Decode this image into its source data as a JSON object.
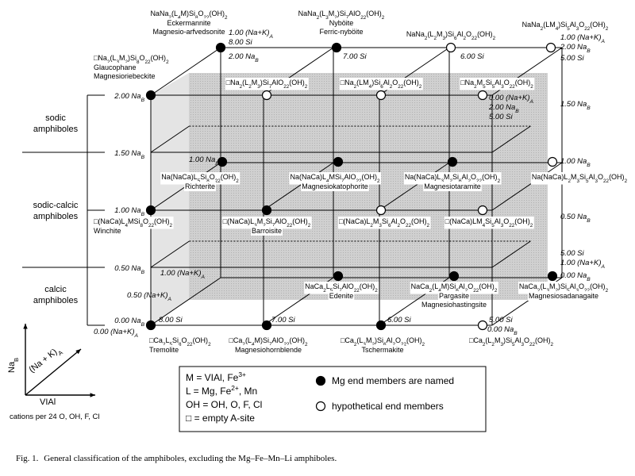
{
  "group_labels": {
    "sodic": [
      "sodic",
      "amphiboles"
    ],
    "sodic_calcic": [
      "sodic-calcic",
      "amphiboles"
    ],
    "calcic": [
      "calcic",
      "amphiboles"
    ]
  },
  "axis_left": [
    "2.00 Na_B",
    "1.50 Na_B",
    "1.00 Na_B",
    "0.50 Na_B",
    "0.00 Na_B"
  ],
  "axis_front_bottom": [
    "0.00 (Na+K)_A",
    "8.00 Si",
    "7.00 Si",
    "6.00 Si",
    "5.00 Si",
    "0.00 Na_B"
  ],
  "axis_back_top": [
    "1.00 (Na+K)_A",
    "2.00 Na_B",
    "5.00 Si"
  ],
  "axis_right": [
    "1.50 Na_B",
    "1.00 Na_B",
    "0.50 Na_B",
    "5.00 Si",
    "1.00 (Na+K)_A",
    "0.00 Na_B"
  ],
  "axis_misc": {
    "top_left_nak": "1.00 (Na+K)_A",
    "top_left_si": "8.00 Si",
    "top_left_nab": "2.00 Na_B",
    "top_mid_si": "7.00 Si",
    "top_right_si": "6.00 Si",
    "inner_nak": "0.00 (Na+K)_A",
    "inner_nab": "2.00 Na_B",
    "inner_si": "5.00 Si",
    "mid_nab": "1.00 Na_B",
    "front_nak_one": "1.00 (Na+K)_A",
    "front_nak_half": "0.50 (Na+K)_A"
  },
  "minerals": {
    "eckermannite": {
      "formula": "NaNa_2(L_4M)Si_8O_22(OH)_2",
      "names": [
        "Eckermannite",
        "Magnesio-arfvedsonite"
      ]
    },
    "nyboite": {
      "formula": "NaNa_2(L_3M_2)Si_7AlO_22(OH)_2",
      "names": [
        "Nyböite",
        "Ferric-nyböite"
      ]
    },
    "top_mid_hyp": {
      "formula": "NaNa_2(L_2M_3)Si_6Al_2O_22(OH)_2",
      "names": []
    },
    "top_right_hyp": {
      "formula": "NaNa_2(LM_4)Si_5Al_3O_22(OH)_2",
      "names": []
    },
    "glaucophane": {
      "formula": "□Na_2(L_3M_2)Si_8O_22(OH)_2",
      "names": [
        "Glaucophane",
        "Magnesioriebeckite"
      ]
    },
    "sodic_b": {
      "formula": "□Na_2(L_2M_3)Si_7AlO_22(OH)_2",
      "names": []
    },
    "sodic_c": {
      "formula": "□Na_2(LM_4)Si_6Al_2O_22(OH)_2",
      "names": []
    },
    "sodic_d": {
      "formula": "□Na_2M_5Si_5Al_3O_22(OH)_2",
      "names": []
    },
    "richterite": {
      "formula": "Na(NaCa)L_5Si_8O_22(OH)_2",
      "names": [
        "Richterite"
      ]
    },
    "katophorite": {
      "formula": "Na(NaCa)L_4MSi_7AlO_22(OH)_2",
      "names": [
        "Magnesiokatophorite"
      ]
    },
    "taramite": {
      "formula": "Na(NaCa)L_3M_2Si_6Al_2O_22(OH)_2",
      "names": [
        "Magnesiotaramite"
      ]
    },
    "sc_hyp_right": {
      "formula": "Na(NaCa)L_2M_3Si_5Al_3O_22(OH)_2",
      "names": []
    },
    "winchite": {
      "formula": "□(NaCa)L_4MSi_8O_22(OH)_2",
      "names": [
        "Winchite"
      ]
    },
    "barroisite": {
      "formula": "□(NaCa)L_3M_2Si_7AlO_22(OH)_2",
      "names": [
        "Barroisite"
      ]
    },
    "sc_empty_c": {
      "formula": "□(NaCa)L_2M_3Si_6Al_2O_22(OH)_2",
      "names": []
    },
    "sc_empty_d": {
      "formula": "□(NaCa)LM_4Si_5Al_3O_22(OH)_2",
      "names": []
    },
    "edenite": {
      "formula": "NaCa_2L_5Si_7AlO_22(OH)_2",
      "names": [
        "Edenite"
      ]
    },
    "pargasite": {
      "formula": "NaCa_2(L_4M)Si_6Al_2O_22(OH)_2",
      "names": [
        "Pargasite",
        "Magnesiohastingsite"
      ]
    },
    "sadanagaite": {
      "formula": "NaCa_2(L_3M_2)Si_5Al_3O_22(OH)_2",
      "names": [
        "Magnesiosadanagaite"
      ]
    },
    "tremolite": {
      "formula": "□Ca_2L_5Si_8O_22(OH)_2",
      "names": [
        "Tremolite"
      ]
    },
    "hornblende": {
      "formula": "□Ca_2(L_4M)Si_7AlO_22(OH)_2",
      "names": [
        "Magnesiohornblende"
      ]
    },
    "tschermakite": {
      "formula": "□Ca_2(L_3M_2)Si_6Al_2O_22(OH)_2",
      "names": [
        "Tschermakite"
      ]
    },
    "calcic_hyp_right": {
      "formula": "□Ca_2(L_2M_3)Si_5Al_3O_22(OH)_2",
      "names": []
    }
  },
  "axes_indicator": {
    "y_label": "Na_B",
    "diag_label": "(Na + K)_A",
    "x_label": "^VIAl",
    "note": "cations per 24 O, OH, F, Cl"
  },
  "legend": {
    "defs": [
      "M = ^VIAl, Fe^3+",
      "L = Mg, Fe^2+, Mn",
      "OH = OH, O, F, Cl",
      "□ = empty A-site"
    ],
    "filled": "Mg end members are named",
    "open": "hypothetical end members"
  },
  "caption": {
    "label": "Fig. 1.",
    "text": "General classification of the amphiboles, excluding the Mg–Fe–Mn–Li amphiboles."
  },
  "colors": {
    "shade": "#c8c8c8",
    "line": "#000000",
    "paper": "#ffffff"
  }
}
